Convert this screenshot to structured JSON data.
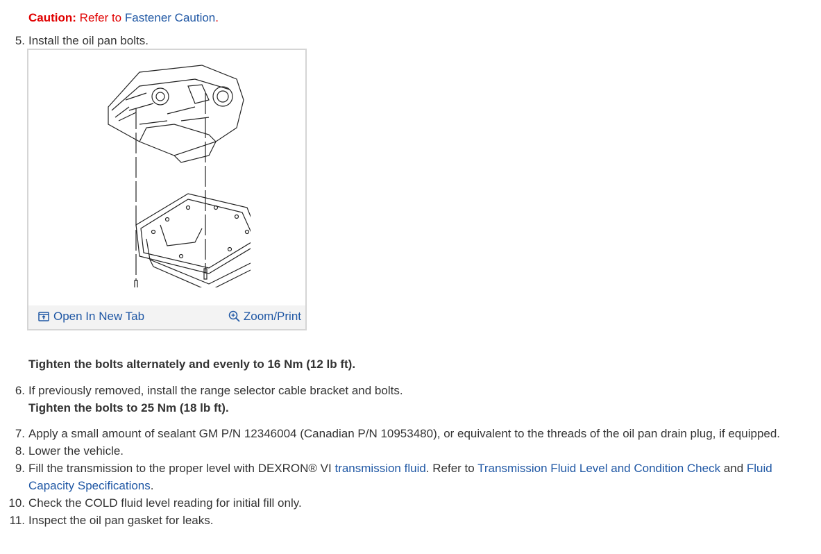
{
  "caution": {
    "label": "Caution:",
    "text": " Refer to ",
    "link": "Fastener Caution",
    "end": "."
  },
  "figure": {
    "open_label": "Open In New Tab",
    "zoom_label": "Zoom/Print",
    "icons": [
      "open-new-tab-icon",
      "zoom-icon"
    ]
  },
  "steps": {
    "s5": {
      "num": "5.",
      "text": "Install the oil pan bolts."
    },
    "s5_torque": "Tighten the bolts alternately and evenly to 16 Nm (12 lb ft).",
    "s6": {
      "num": "6.",
      "text": "If previously removed, install the range selector cable bracket and bolts."
    },
    "s6_torque": "Tighten the bolts to 25 Nm (18 lb ft).",
    "s7": {
      "num": "7.",
      "text": "Apply a small amount of sealant GM P/N 12346004 (Canadian P/N 10953480), or equivalent to the threads of the oil pan drain plug, if equipped."
    },
    "s8": {
      "num": "8.",
      "text": "Lower the vehicle."
    },
    "s9": {
      "num": "9.",
      "text_a": "Fill the transmission to the proper level with DEXRON® VI ",
      "link_a": "transmission fluid",
      "text_b": ". Refer to ",
      "link_b": "Transmission Fluid Level and Condition Check",
      "text_c": " and ",
      "link_c": "Fluid Capacity Specifications",
      "text_d": "."
    },
    "s10": {
      "num": "10.",
      "text": "Check the COLD fluid level reading for initial fill only."
    },
    "s11": {
      "num": "11.",
      "text": "Inspect the oil pan gasket for leaks."
    }
  },
  "colors": {
    "link": "#1f57a4",
    "caution": "#e00000",
    "text": "#333333"
  }
}
